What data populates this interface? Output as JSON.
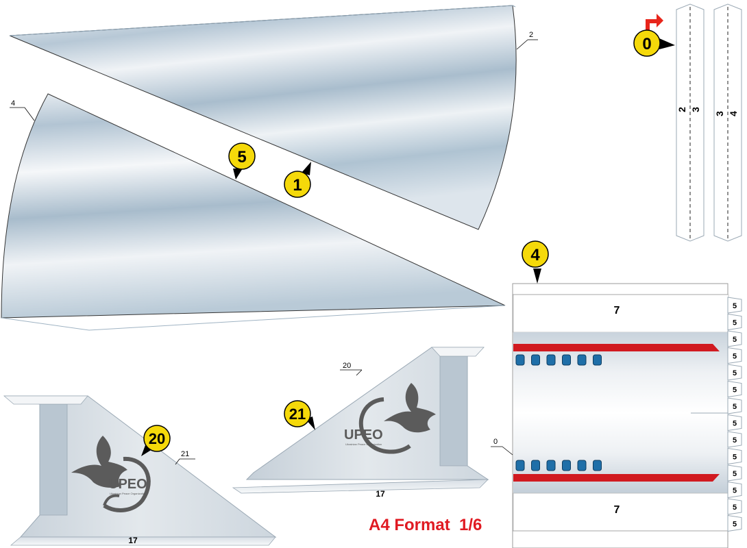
{
  "caption": "A4 Format  1/6",
  "colors": {
    "caption": "#e01a22",
    "marker_fill": "#f5d90a",
    "stripe": "#d11a20",
    "window": "#1f6fa8",
    "skin_light": "#eef2f5",
    "skin_dark": "#a7bccd",
    "tail_grey": "#c9d3db",
    "logo": "#5b5b5b",
    "arrow_red": "#e8251b"
  },
  "markers": {
    "m0": "0",
    "m1": "1",
    "m5": "5",
    "m4": "4",
    "m20": "20",
    "m21": "21"
  },
  "glue_labels": {
    "cone_upper_edge": "2",
    "cone_lower_edge": "4",
    "strip_a_top": "2",
    "strip_a_bottom": "3",
    "strip_b_top": "3",
    "strip_b_bottom": "4",
    "body_left": "0",
    "tail_left_edge": "21",
    "tail_right_edge": "20"
  },
  "tail": {
    "left_base": "17",
    "right_base": "17",
    "logo_text": "UPEO",
    "logo_subtext": "Ukrainian Peace Organization"
  },
  "body_panel": {
    "top_section": "7",
    "bottom_section": "7",
    "tabs": [
      "5",
      "5",
      "5",
      "5",
      "5",
      "5",
      "5",
      "5",
      "5",
      "5",
      "5",
      "5",
      "5",
      "5"
    ]
  }
}
